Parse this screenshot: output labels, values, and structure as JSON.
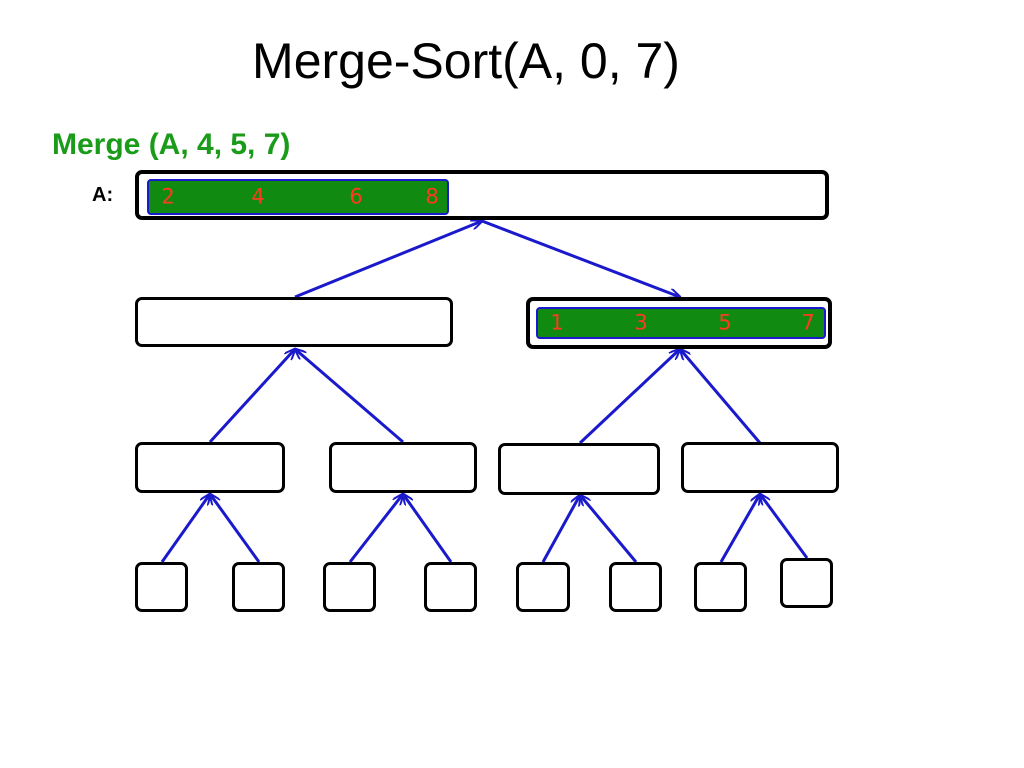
{
  "title": "Merge-Sort(A, 0, 7)",
  "subtitle": "Merge (A, 4, 5, 7)",
  "array_label": "A:",
  "top_array": {
    "values": [
      "2",
      "4",
      "6",
      "8"
    ]
  },
  "right_merged": {
    "values": [
      "1",
      "3",
      "5",
      "7"
    ]
  },
  "colors": {
    "filled_segment": "#118a11",
    "segment_border": "#1a1acc",
    "value_text": "#ff3b1f",
    "subtitle_text": "#1a9b1a",
    "arrow": "#1a1acc"
  }
}
